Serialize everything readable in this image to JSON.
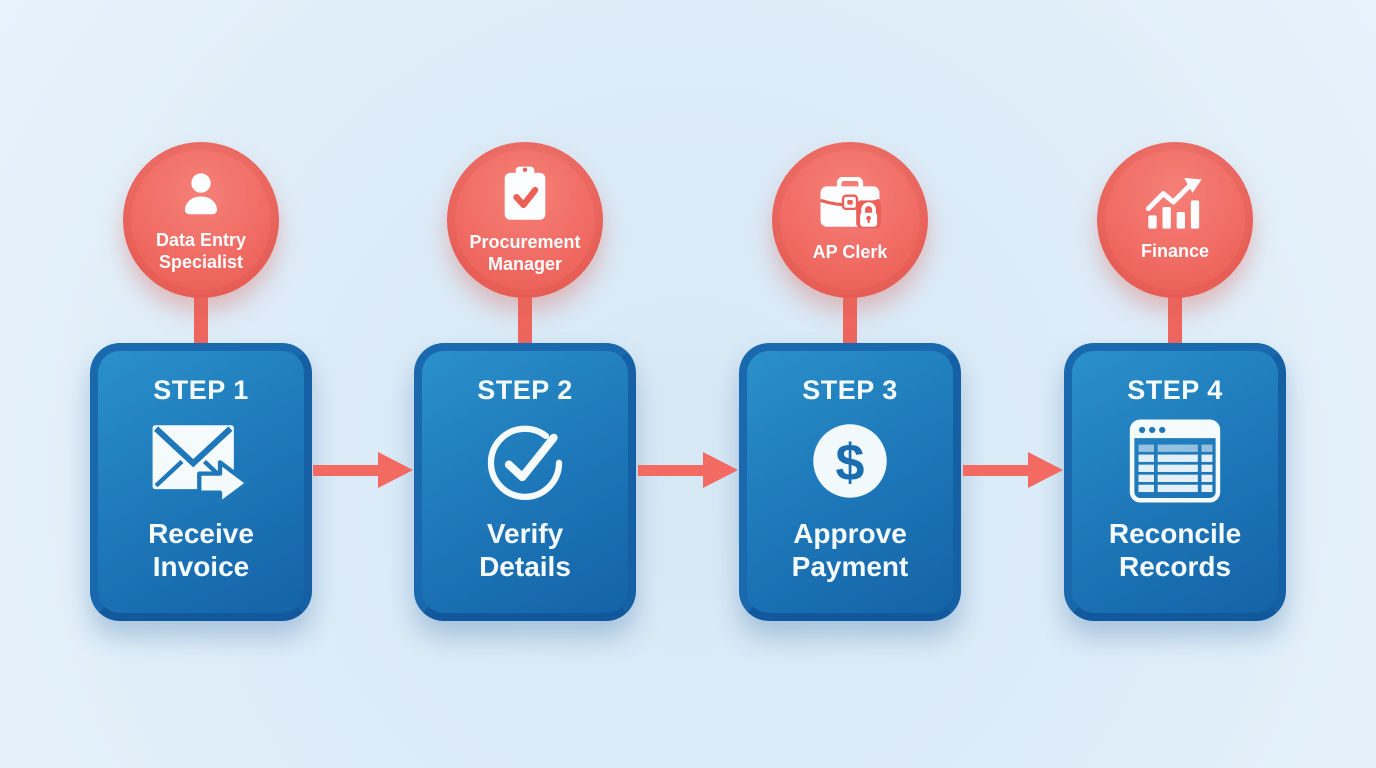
{
  "diagram_type": "workflow-flowchart",
  "colors": {
    "background": "#ddecf8",
    "role_circle": "#ee6159",
    "connector": "#ef665e",
    "arrow": "#f26a61",
    "box_fill_top": "#2a90cb",
    "box_fill_bottom": "#1463a7",
    "box_border": "#1a68ae",
    "text": "#f5fafd",
    "dollar_blue": "#1a6db1"
  },
  "steps": [
    {
      "step_label": "STEP 1",
      "title": "Receive Invoice",
      "role": "Data Entry Specialist",
      "role_icon": "person-icon",
      "step_icon": "envelope-forward-icon"
    },
    {
      "step_label": "STEP 2",
      "title": "Verify Details",
      "role": "Procurement Manager",
      "role_icon": "clipboard-check-icon",
      "step_icon": "check-circle-icon"
    },
    {
      "step_label": "STEP 3",
      "title": "Approve Payment",
      "role": "AP Clerk",
      "role_icon": "briefcase-lock-icon",
      "step_icon": "dollar-circle-icon"
    },
    {
      "step_label": "STEP 4",
      "title": "Reconcile Records",
      "role": "Finance",
      "role_icon": "chart-growth-icon",
      "step_icon": "spreadsheet-icon"
    }
  ]
}
